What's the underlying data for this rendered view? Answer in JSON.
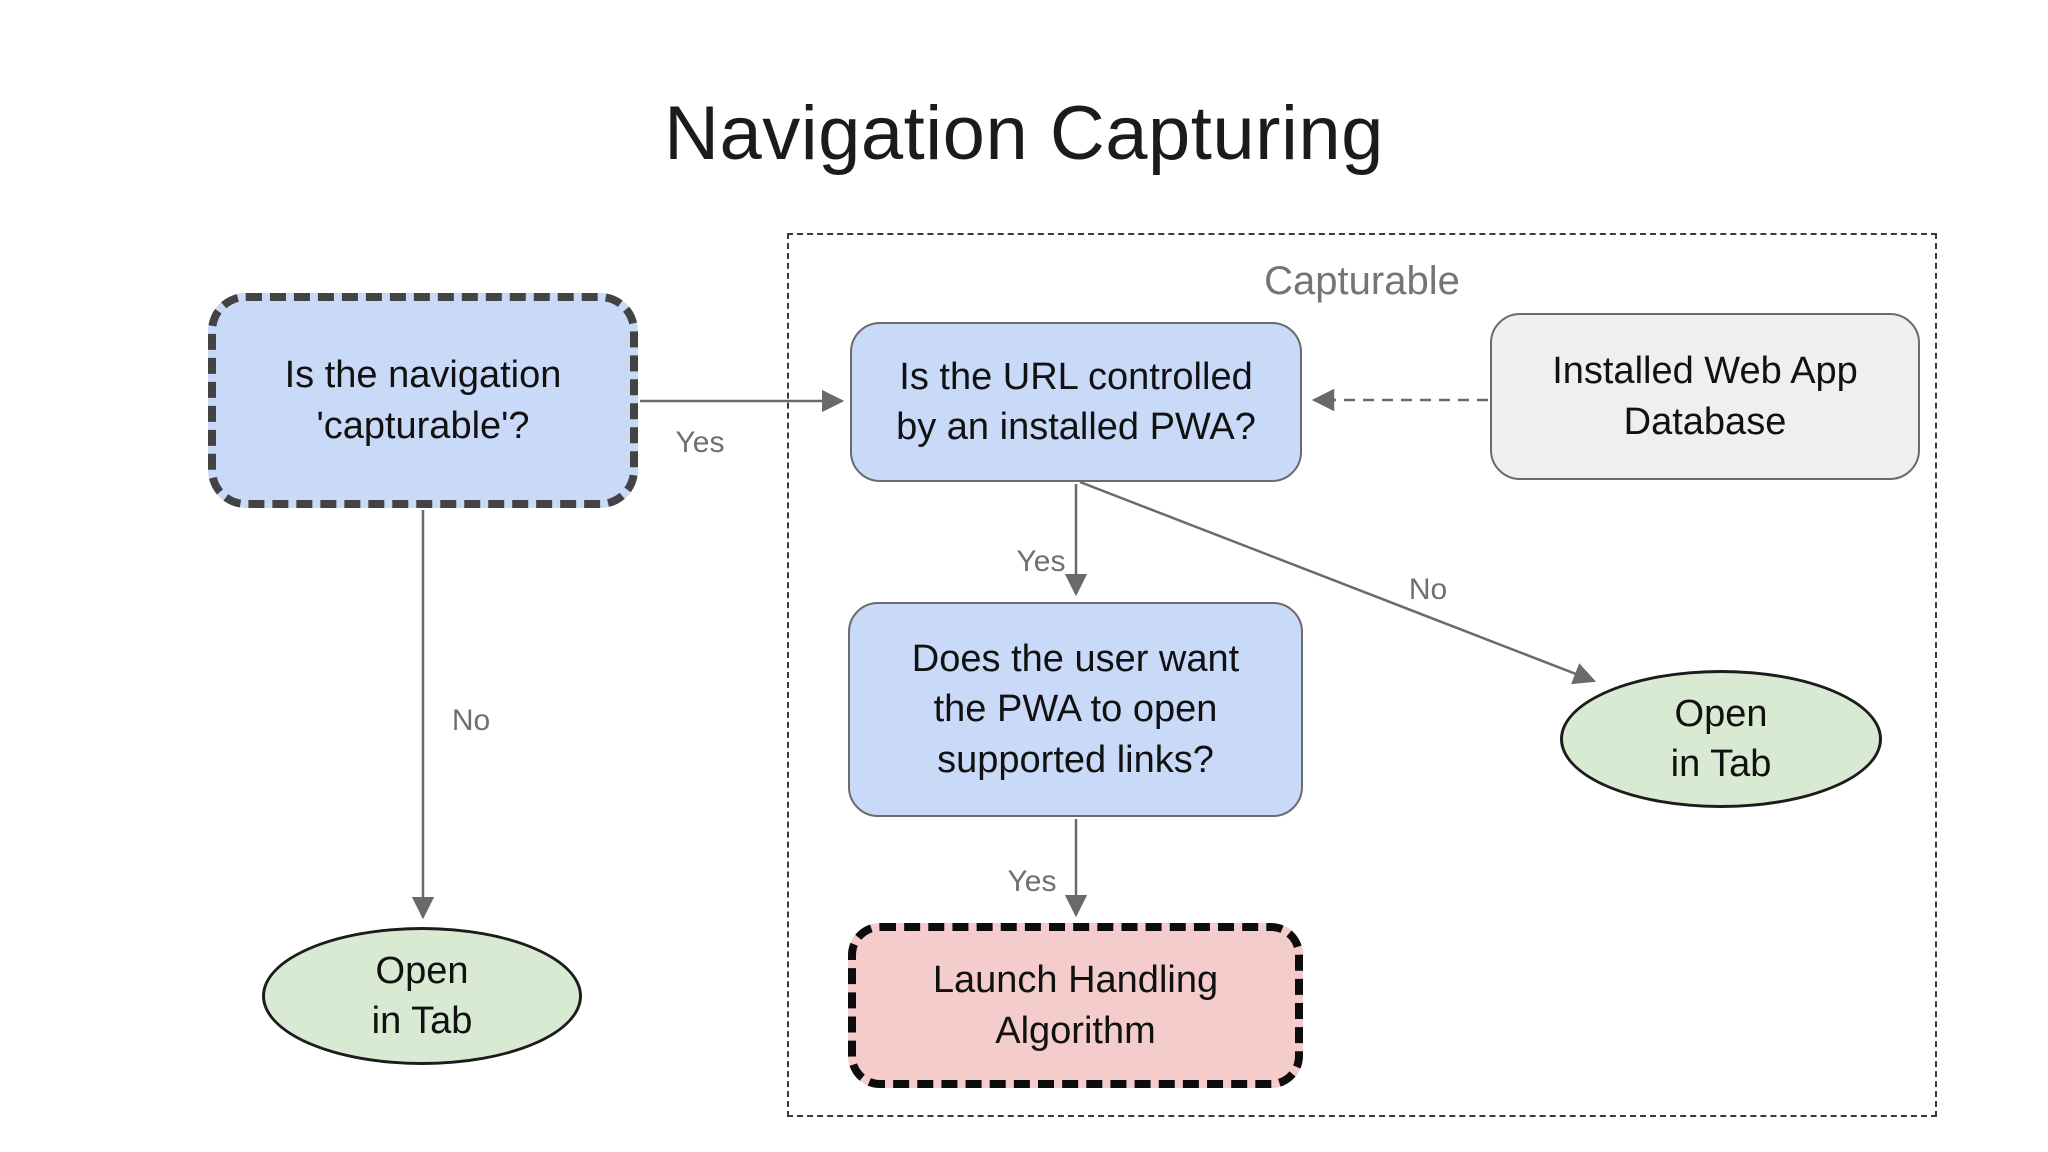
{
  "title": "Navigation Capturing",
  "group": {
    "label": "Capturable"
  },
  "nodes": {
    "capturable_q": {
      "label": "Is the navigation\n'capturable'?"
    },
    "url_q": {
      "label": "Is the URL controlled\nby an installed PWA?"
    },
    "webapp_db": {
      "label": "Installed Web App\nDatabase"
    },
    "user_want_q": {
      "label": "Does the user want\nthe PWA to open\nsupported links?"
    },
    "launch_handling": {
      "label": "Launch Handling\nAlgorithm"
    },
    "open_in_tab_left": {
      "label": "Open\nin Tab"
    },
    "open_in_tab_right": {
      "label": "Open\nin Tab"
    }
  },
  "edges": {
    "capturable_yes": {
      "label": "Yes"
    },
    "capturable_no": {
      "label": "No"
    },
    "url_yes": {
      "label": "Yes"
    },
    "url_no": {
      "label": "No"
    },
    "user_want_yes": {
      "label": "Yes"
    }
  },
  "colors": {
    "question_fill": "#c9daf8",
    "database_fill": "#efefef",
    "terminal_fill": "#d9ead3",
    "process_fill": "#f4cccc",
    "question_dashed_border": "#434343",
    "process_dashed_border": "#0d0d0d",
    "solid_border": "#6b6b6b",
    "arrow": "#6a6a6a",
    "muted_label": "#6f6f6f",
    "title_text": "#1b1b1b"
  }
}
